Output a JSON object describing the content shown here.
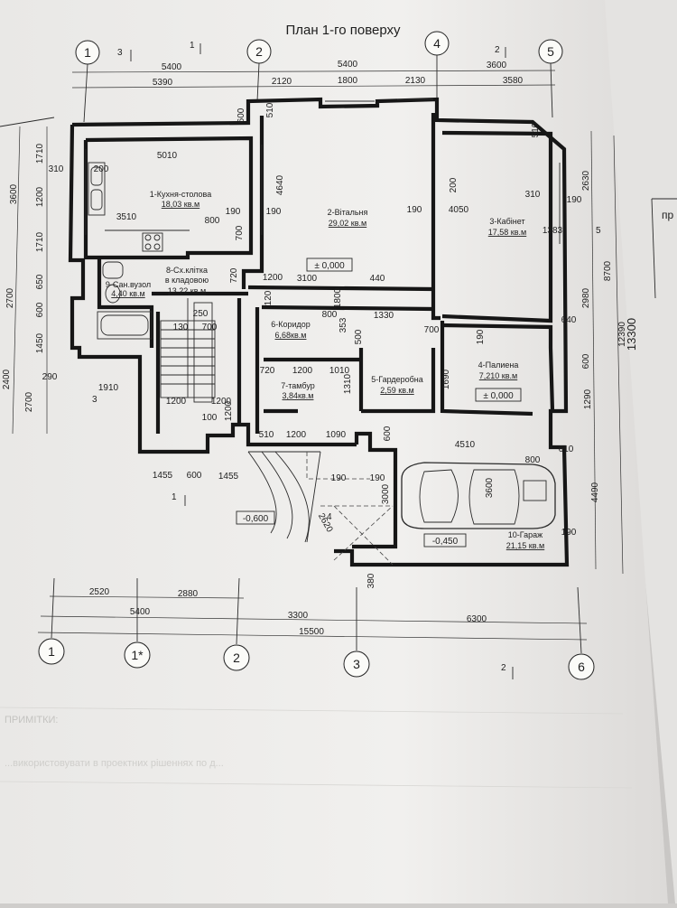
{
  "title": "План 1-го поверху",
  "axes": {
    "top": [
      "1",
      "2",
      "4",
      "5"
    ],
    "bottom": [
      "1",
      "1*",
      "2",
      "3",
      "6"
    ]
  },
  "rooms": [
    {
      "name": "1-Кухня-столова",
      "area": "18,03 кв.м"
    },
    {
      "name": "2-Вітальня",
      "area": "29,02 кв.м"
    },
    {
      "name": "3-Кабінет",
      "area": "17,58 кв.м"
    },
    {
      "name": "4-Палиена",
      "area": "7,210 кв.м"
    },
    {
      "name": "5-Гардеробна",
      "area": "2,59 кв.м"
    },
    {
      "name": "6-Коридор",
      "area": "6,68кв.м"
    },
    {
      "name": "7-тамбур",
      "area": "3,84кв.м"
    },
    {
      "name": "8-Сх.клітка",
      "sub": "в кладовою",
      "area": "13,22 кв.м"
    },
    {
      "name": "9-Сан.вузол",
      "area": "4,40 кв.м"
    },
    {
      "name": "10-Гараж",
      "area": "21,15 кв.м"
    }
  ],
  "levels": {
    "main": "± 0,000",
    "room4": "± 0,000",
    "entry": "-0,600",
    "garage": "-0,450"
  },
  "sections": {
    "s1": "1",
    "s2": "2",
    "s3": "3",
    "s4": "4",
    "s5": "5"
  },
  "dims": {
    "top1": [
      "5400",
      "5400",
      "3600"
    ],
    "top2": [
      "5390",
      "2120",
      "1800",
      "2130",
      "3580"
    ],
    "left": [
      "1710",
      "3600",
      "1200",
      "1710",
      "650",
      "2700",
      "600",
      "1450",
      "2400",
      "2700"
    ],
    "right": [
      "2630",
      "2980",
      "600",
      "1290",
      "4490",
      "8700",
      "12390",
      "13300"
    ],
    "bottom1": [
      "2520",
      "2880"
    ],
    "bottom2": [
      "5400",
      "3300",
      "6300"
    ],
    "bottom3": [
      "15500"
    ],
    "inner": [
      "5010",
      "3510",
      "800",
      "200",
      "310",
      "190",
      "700",
      "190",
      "4640",
      "190",
      "4050",
      "200",
      "310",
      "190",
      "1383",
      "720",
      "1200",
      "3100",
      "440",
      "120",
      "1800",
      "800",
      "1330",
      "353",
      "130",
      "700",
      "250",
      "500",
      "700",
      "190",
      "720",
      "1200",
      "1010",
      "1310",
      "1690",
      "640",
      "290",
      "1910",
      "1200",
      "1200",
      "100",
      "1200",
      "510",
      "1200",
      "1090",
      "600",
      "4510",
      "610",
      "800",
      "1455",
      "600",
      "1455",
      "190",
      "190",
      "3000",
      "3600",
      "2620",
      "380",
      "190",
      "510",
      "600",
      "510"
    ]
  },
  "bottom_text": {
    "label": "ПРИМІТКИ:",
    "note": "...використовувати в проектних рішеннях по д..."
  },
  "margin_text": "пр"
}
